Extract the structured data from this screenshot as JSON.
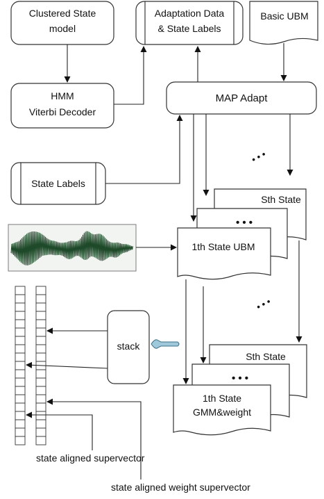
{
  "boxes": {
    "clustered_model": [
      "Clustered State",
      "model"
    ],
    "adaptation_data": [
      "Adaptation Data",
      "& State Labels"
    ],
    "basic_ubm": "Basic UBM",
    "hmm_decoder": [
      "HMM",
      "Viterbi Decoder"
    ],
    "map_adapt": "MAP Adapt",
    "state_labels": "State Labels",
    "stack": "stack"
  },
  "ubm_stack": {
    "front": "1th State  UBM",
    "back": "Sth State",
    "dots": "• • •"
  },
  "gmm_stack": {
    "front": [
      "1th State",
      "GMM&weight"
    ],
    "back": "Sth State",
    "dots": "• • •"
  },
  "ellipsis_marks": [
    "• • •",
    "• • •"
  ],
  "labels": {
    "supervector": "state aligned supervector",
    "weight_supervector": "state aligned weight supervector"
  },
  "waveform_color": "#1f4a2a",
  "hint_arrow_color": "#9fc9da"
}
